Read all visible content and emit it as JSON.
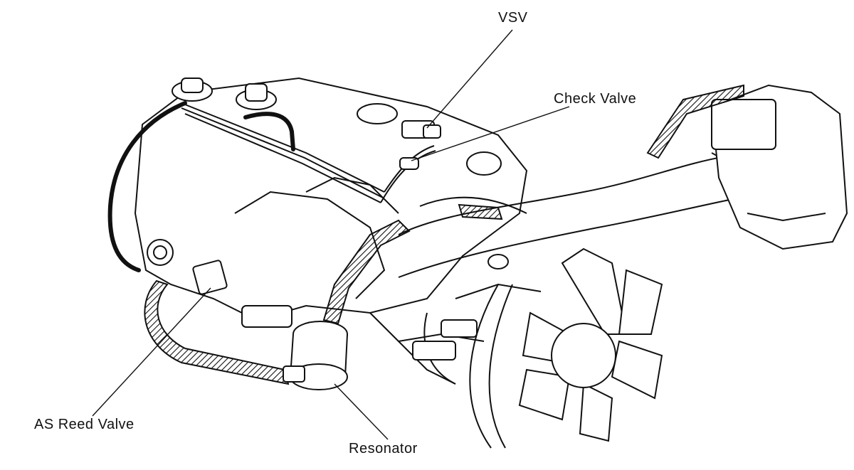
{
  "diagram": {
    "labels": {
      "vsv": "VSV",
      "check_valve": "Check Valve",
      "as_reed_valve": "AS Reed Valve",
      "resonator": "Resonator"
    }
  },
  "colors": {
    "ink": "#111111",
    "paper": "#ffffff"
  }
}
